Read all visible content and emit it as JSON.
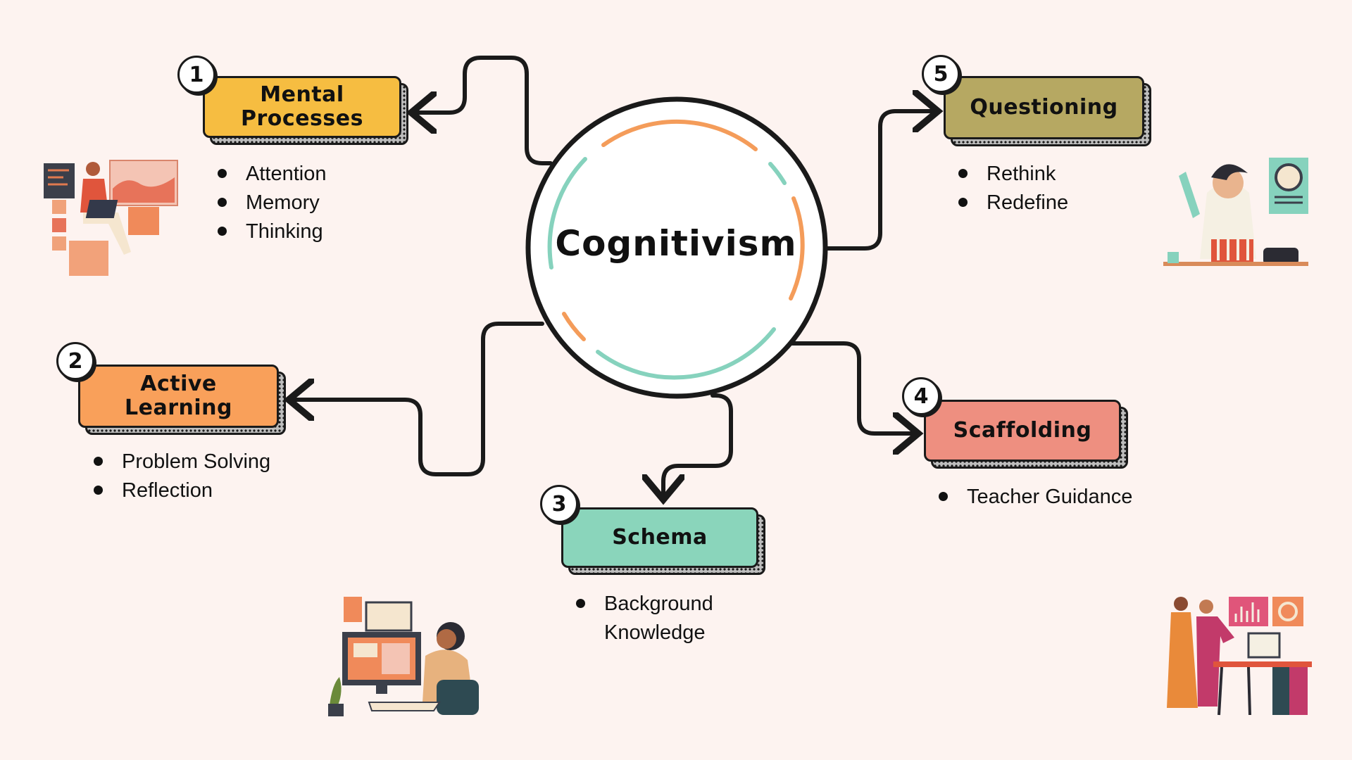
{
  "center": {
    "title": "Cognitivism"
  },
  "nodes": [
    {
      "number": "1",
      "label": "Mental Processes",
      "color": "#f6bd41",
      "bullets": [
        "Attention",
        "Memory",
        "Thinking"
      ]
    },
    {
      "number": "2",
      "label": "Active Learning",
      "color": "#f9a05a",
      "bullets": [
        "Problem Solving",
        "Reflection"
      ]
    },
    {
      "number": "3",
      "label": "Schema",
      "color": "#8ad5bb",
      "bullets": [
        "Background Knowledge"
      ]
    },
    {
      "number": "4",
      "label": "Scaffolding",
      "color": "#ee8f80",
      "bullets": [
        "Teacher Guidance"
      ]
    },
    {
      "number": "5",
      "label": "Questioning",
      "color": "#b6a862",
      "bullets": [
        "Rethink",
        "Redefine"
      ]
    }
  ],
  "colors": {
    "ring_orange": "#f49c5a",
    "ring_teal": "#86d2bd",
    "background": "#fdf3f0",
    "ink": "#1a1a1a"
  },
  "illustrations": [
    "person-laptop-illustration",
    "scientist-lab-illustration",
    "person-computer-desk-illustration",
    "two-people-presentation-illustration"
  ]
}
